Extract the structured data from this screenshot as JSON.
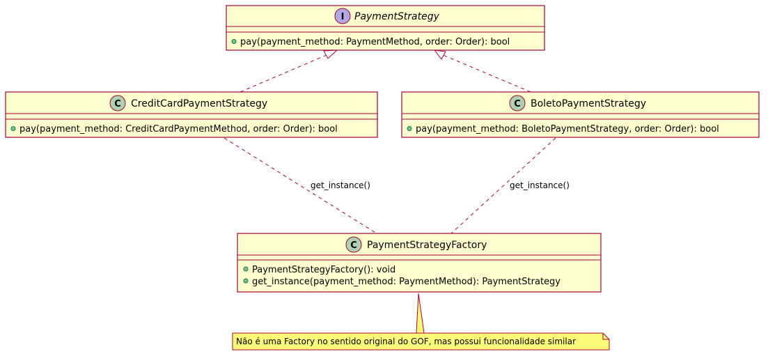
{
  "diagram": {
    "interface": {
      "badge": "I",
      "name": "PaymentStrategy",
      "methods": [
        "pay(payment_method: PaymentMethod, order: Order): bool"
      ]
    },
    "credit_card": {
      "badge": "C",
      "name": "CreditCardPaymentStrategy",
      "methods": [
        "pay(payment_method: CreditCardPaymentMethod, order: Order): bool"
      ]
    },
    "boleto": {
      "badge": "C",
      "name": "BoletoPaymentStrategy",
      "methods": [
        "pay(payment_method: BoletoPaymentStrategy, order: Order): bool"
      ]
    },
    "factory": {
      "badge": "C",
      "name": "PaymentStrategyFactory",
      "methods": [
        "PaymentStrategyFactory(): void",
        "get_instance(payment_method: PaymentMethod): PaymentStrategy"
      ]
    },
    "edge_labels": {
      "credit_to_factory": "get_instance()",
      "boleto_to_factory": "get_instance()"
    },
    "note": "Não é uma Factory no sentido original do GOF, mas possui funcionalidade similar",
    "colors": {
      "class_fill": "#FEFECE",
      "border": "#A80036",
      "class_badge": "#ADD1B2",
      "interface_badge": "#B4A7E5",
      "note_fill": "#FBFB77"
    }
  }
}
